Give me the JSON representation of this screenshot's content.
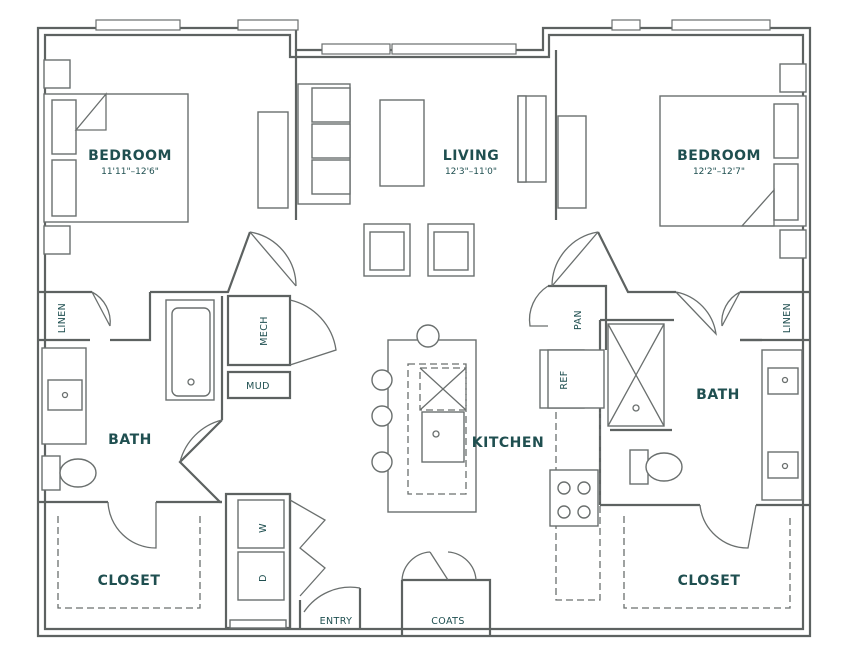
{
  "rooms": {
    "bedroom_left": {
      "label": "BEDROOM",
      "dims": "11'11\"–12'6\""
    },
    "living": {
      "label": "LIVING",
      "dims": "12'3\"–11'0\""
    },
    "bedroom_right": {
      "label": "BEDROOM",
      "dims": "12'2\"–12'7\""
    },
    "bath_left": {
      "label": "BATH"
    },
    "bath_right": {
      "label": "BATH"
    },
    "kitchen": {
      "label": "KITCHEN"
    },
    "closet_left": {
      "label": "CLOSET"
    },
    "closet_right": {
      "label": "CLOSET"
    }
  },
  "small": {
    "linen_left": "LINEN",
    "linen_right": "LINEN",
    "mech": "MECH",
    "mud": "MUD",
    "pan": "PAN",
    "ref": "REF",
    "washer": "W",
    "dryer": "D",
    "entry": "ENTRY",
    "coats": "COATS"
  },
  "colors": {
    "label": "#1f4f50",
    "wall": "#5d6261"
  }
}
